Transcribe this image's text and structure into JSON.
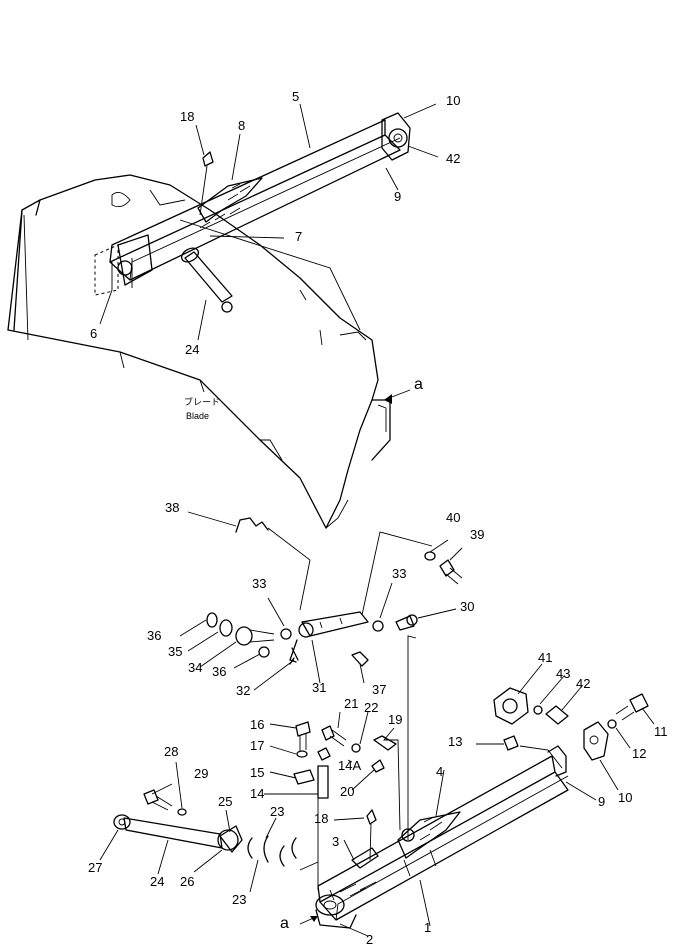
{
  "blade_label": {
    "jp": "ブレード",
    "en": "Blade"
  },
  "view_ref": "a",
  "callouts": {
    "c1": "1",
    "c2": "2",
    "c3": "3",
    "c4": "4",
    "c5": "5",
    "c6": "6",
    "c7": "7",
    "c8": "8",
    "c9": "9",
    "c9b": "9",
    "c10": "10",
    "c10b": "10",
    "c11": "11",
    "c12": "12",
    "c13": "13",
    "c14": "14",
    "c14a": "14A",
    "c15": "15",
    "c16": "16",
    "c17": "17",
    "c18": "18",
    "c18b": "18",
    "c19": "19",
    "c20": "20",
    "c21": "21",
    "c22": "22",
    "c23a": "23",
    "c23b": "23",
    "c24": "24",
    "c24b": "24",
    "c25": "25",
    "c26": "26",
    "c27": "27",
    "c28": "28",
    "c29": "29",
    "c30": "30",
    "c31": "31",
    "c32": "32",
    "c33a": "33",
    "c33b": "33",
    "c34": "34",
    "c35": "35",
    "c36a": "36",
    "c36b": "36",
    "c37": "37",
    "c38": "38",
    "c39": "39",
    "c40": "40",
    "c41": "41",
    "c42": "42",
    "c42b": "42",
    "c43": "43"
  }
}
